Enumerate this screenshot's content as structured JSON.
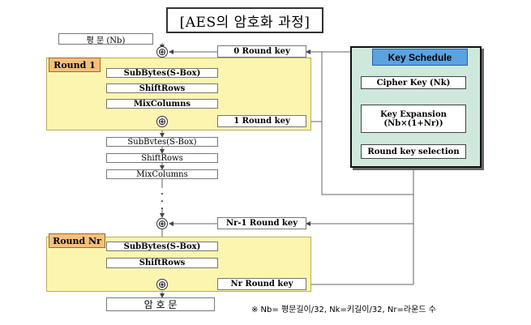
{
  "title": "[AES의 암호화 과정]",
  "plaintext": "평 문 (Nb)",
  "ciphertext": "암 호 문",
  "round1_label": "Round 1",
  "roundnr_label": "Round Nr",
  "steps": {
    "subbytes": "SubBytes(S-Box)",
    "subbytes_plain": "SubBvtes(S-Box)",
    "shiftrows": "ShiftRows",
    "mixcolumns": "MixColumns"
  },
  "keys": {
    "k0": "0 Round key",
    "k1": "1 Round key",
    "knr1": "Nr-1 Round key",
    "knr": "Nr Round key"
  },
  "key_schedule": {
    "title": "Key Schedule",
    "cipher_key": "Cipher Key (Nk)",
    "expansion_1": "Key Expansion",
    "expansion_2": "(Nb×(1+Nr))",
    "selection": "Round key selection"
  },
  "xor_symbol": "⊕",
  "dots": "·\n·\n·",
  "footnote": "※ Nb= 평문길이/32, Nk=키길이/32, Nr=라운드 수"
}
